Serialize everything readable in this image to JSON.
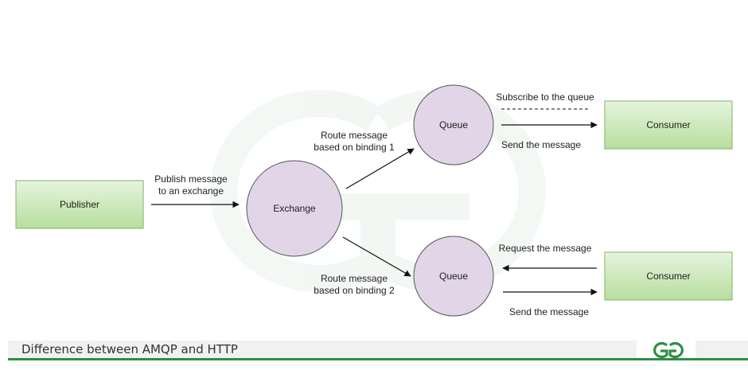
{
  "diagram": {
    "nodes": {
      "publisher": "Publisher",
      "exchange": "Exchange",
      "queue_top": "Queue",
      "queue_bottom": "Queue",
      "consumer_top": "Consumer",
      "consumer_bottom": "Consumer"
    },
    "edges": {
      "publish": [
        "Publish message",
        "to an exchange"
      ],
      "route1": [
        "Route message",
        "based on binding 1"
      ],
      "route2": [
        "Route message",
        "based on binding 2"
      ],
      "subscribe": "Subscribe to the queue",
      "send_top": "Send the message",
      "request": "Request the message",
      "send_bottom": "Send the message"
    }
  },
  "footer": {
    "title": "Difference between AMQP and HTTP",
    "logo": "GeeksforGeeks-logo"
  },
  "colors": {
    "box_fill": "#cdeac0",
    "box_stroke": "#82b366",
    "circle_fill": "#e1d5e7",
    "circle_stroke": "#555555",
    "accent": "#2f8d46"
  }
}
